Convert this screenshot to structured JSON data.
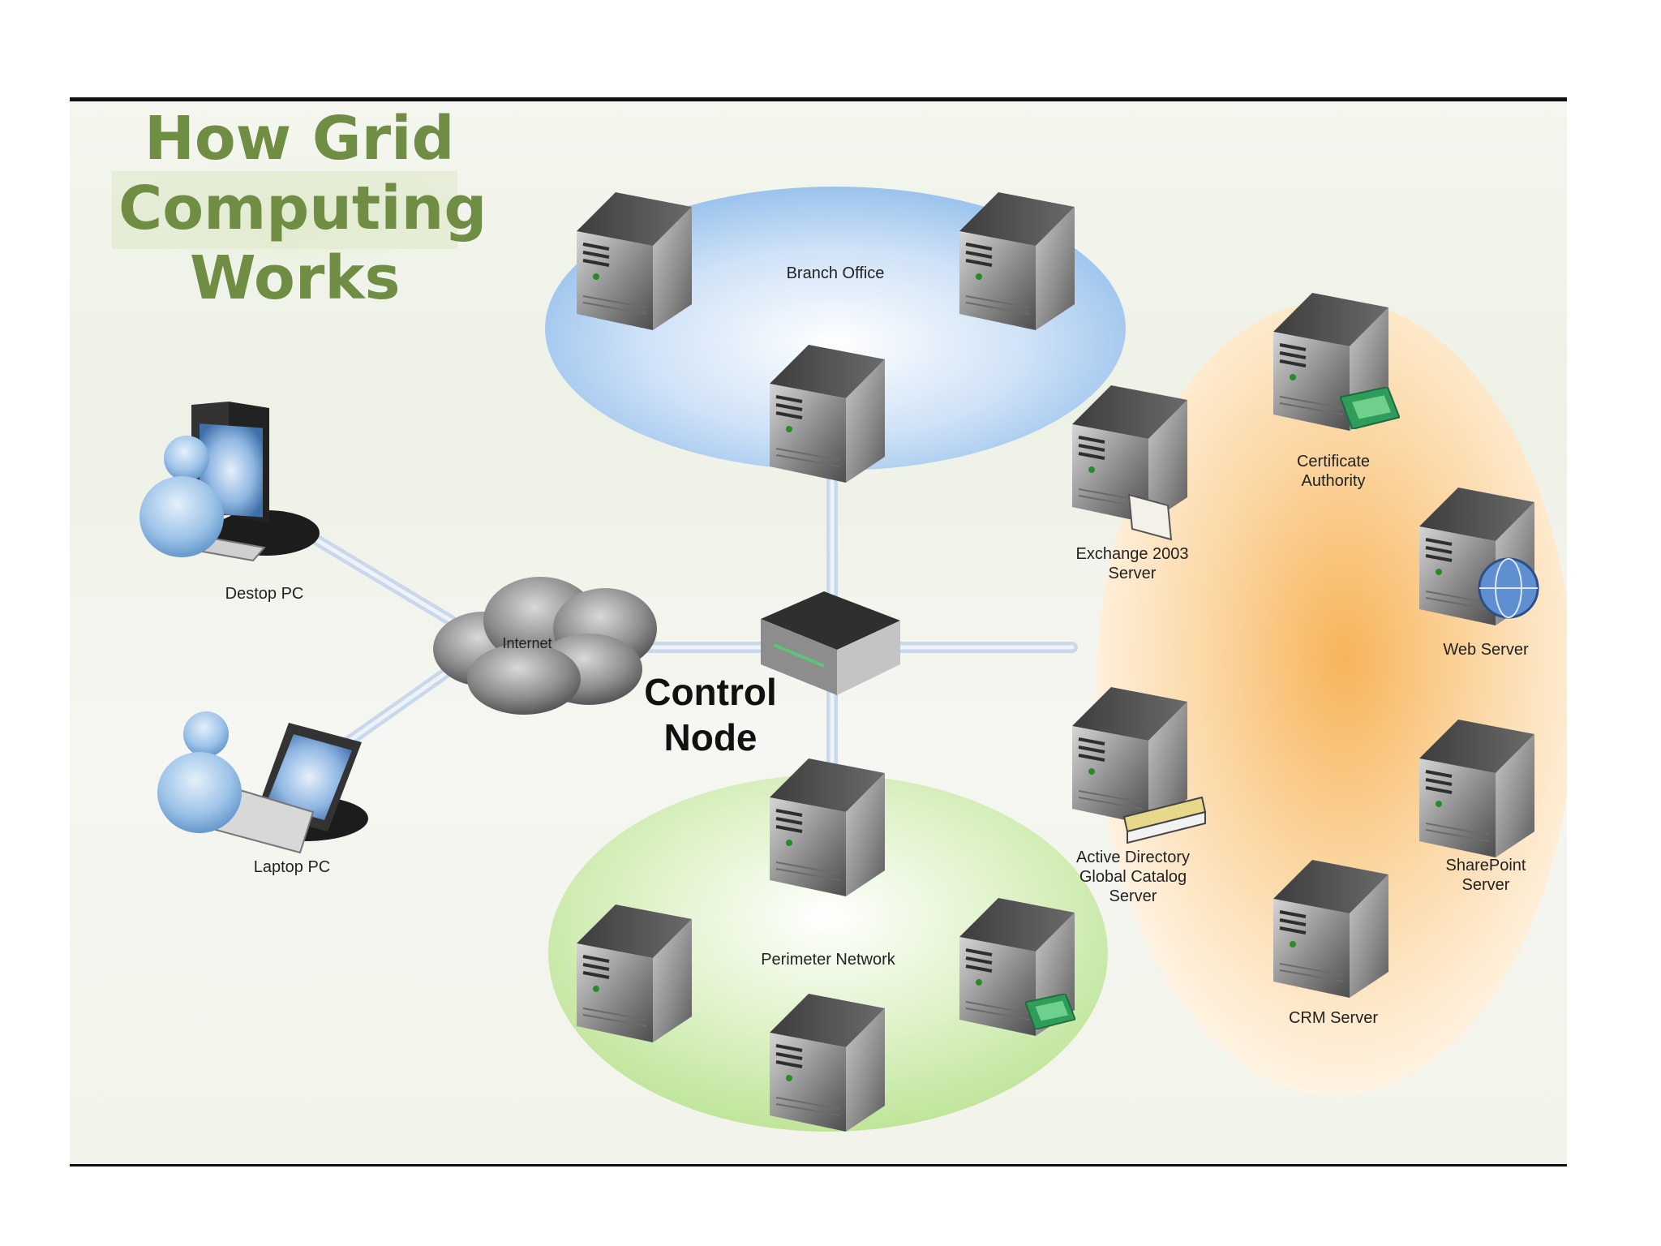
{
  "title": {
    "lines": [
      "How Grid",
      "Computing",
      "Works"
    ]
  },
  "control_node": {
    "lines": [
      "Control",
      "Node"
    ]
  },
  "clients": {
    "desktop": "Destop PC",
    "laptop": "Laptop PC",
    "internet": "Internet"
  },
  "zones": {
    "branch": "Branch Office",
    "perimeter": "Perimeter Network"
  },
  "servers": {
    "exchange": [
      "Exchange 2003",
      "Server"
    ],
    "certificate": [
      "Certificate",
      "Authority"
    ],
    "web": "Web Server",
    "active_directory": [
      "Active Directory",
      "Global Catalog",
      "Server"
    ],
    "sharepoint": [
      "SharePoint",
      "Server"
    ],
    "crm": "CRM Server"
  },
  "colors": {
    "title": "#6f8d43",
    "branch_zone": "#8ebcea",
    "perimeter_zone": "#bfe59a",
    "server_zone": "#f7b45a",
    "link": "#b8cce4"
  }
}
